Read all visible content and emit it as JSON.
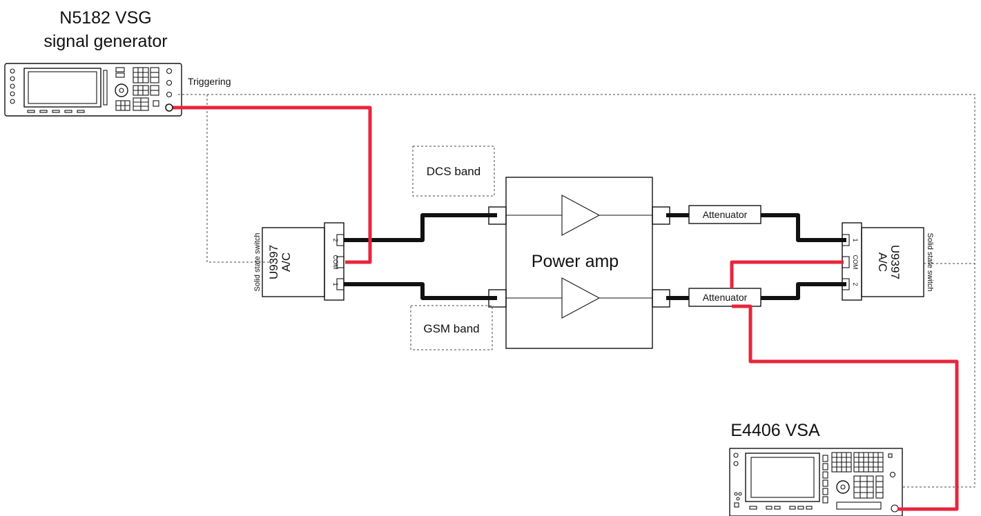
{
  "signal_generator": {
    "title_line1": "N5182 VSG",
    "title_line2": "signal generator"
  },
  "triggering_label": "Triggering",
  "left_switch": {
    "model": "U9397",
    "variant": "A/C",
    "side_label": "Solid state switch",
    "port_top": "2",
    "port_com": "COM",
    "port_bottom": "1"
  },
  "right_switch": {
    "model": "U9397",
    "variant": "A/C",
    "side_label": "Solid state switch",
    "port_top": "1",
    "port_com": "COM",
    "port_bottom": "2"
  },
  "dcs_band_label": "DCS band",
  "gsm_band_label": "GSM band",
  "power_amp_label": "Power amp",
  "attenuator_top_label": "Attenuator",
  "attenuator_bottom_label": "Attenuator",
  "signal_analyzer": {
    "title": "E4406 VSA"
  },
  "colors": {
    "rf_cable_red": "#e8253c",
    "cable_black": "#111111",
    "trigger_dashed": "#444444"
  }
}
